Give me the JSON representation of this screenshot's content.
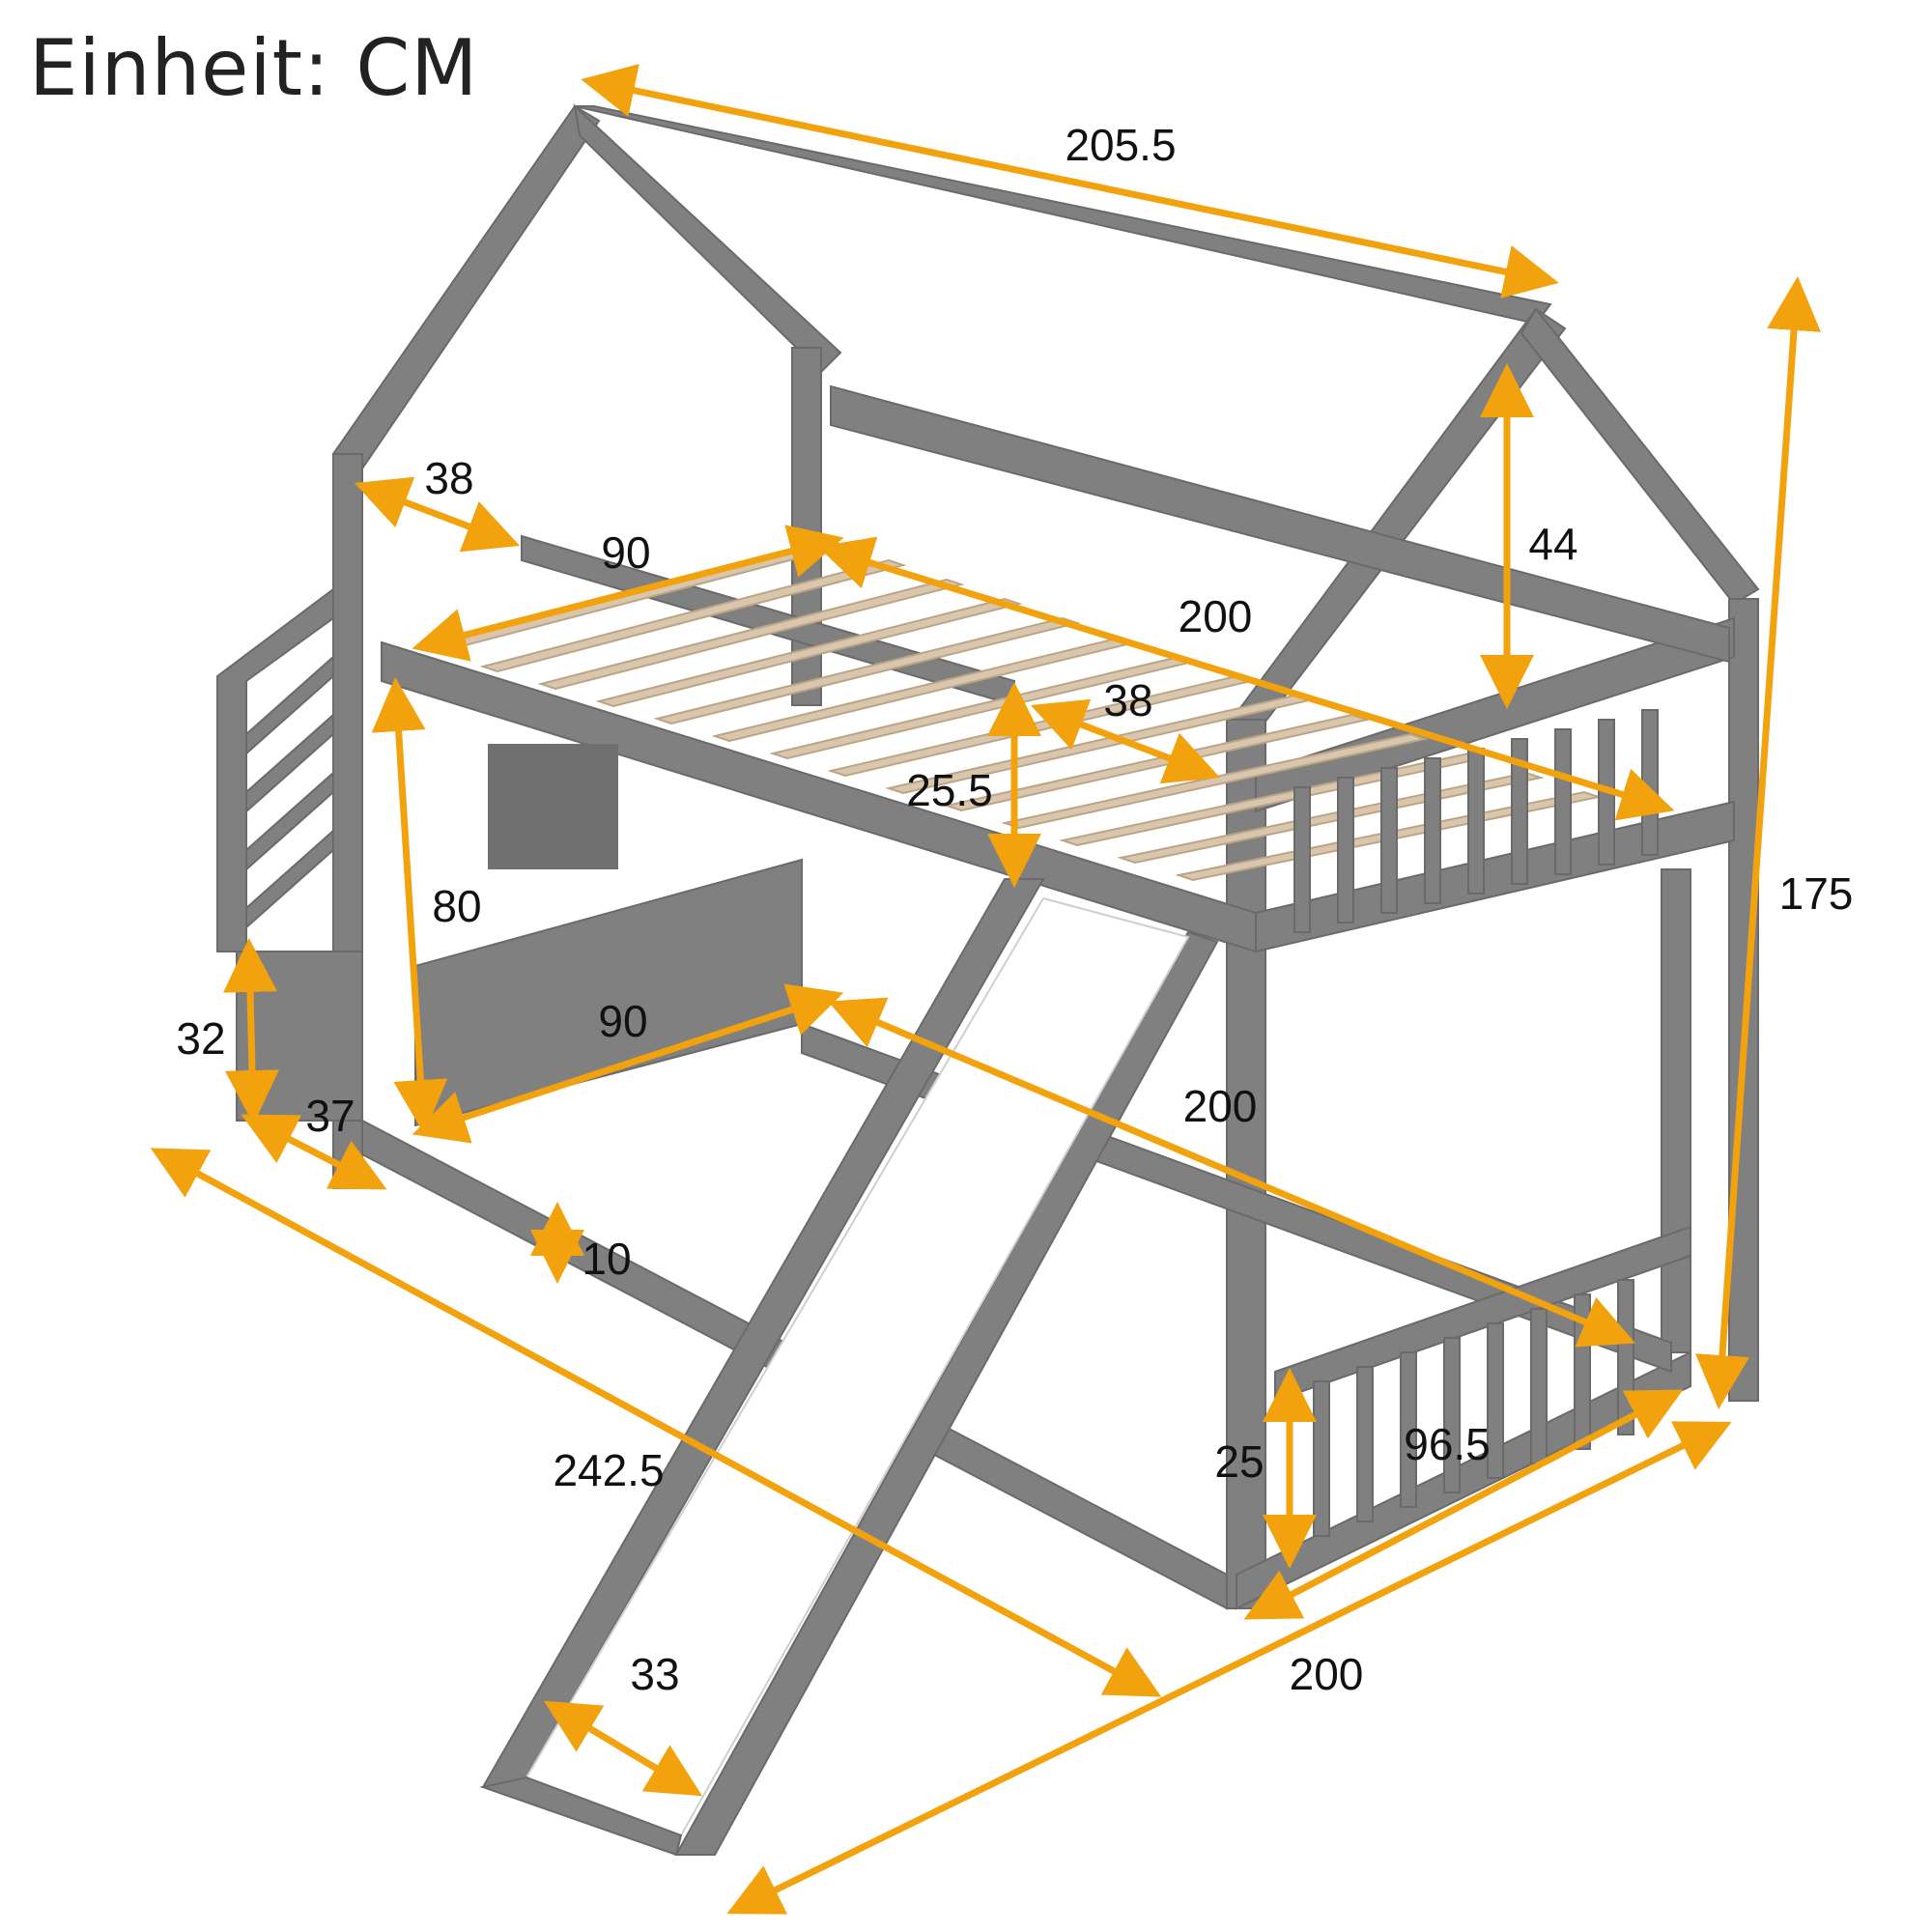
{
  "title": "Einheit: CM",
  "dimensions": {
    "roof_length": "205.5",
    "side_width_top": "38",
    "guard_rail_length": "90",
    "mattress_length_top": "200",
    "roof_height": "44",
    "rail_width_front": "38",
    "guard_height_top": "25.5",
    "stair_height": "80",
    "drawer_height": "32",
    "drawer_depth": "37",
    "storage_length": "90",
    "mattress_length_bottom": "200",
    "total_height": "175",
    "base_height": "10",
    "total_length": "242.5",
    "lower_guard_height": "25",
    "lower_guard_length": "96.5",
    "total_width": "200",
    "slide_width": "33"
  },
  "colors": {
    "frame": "#808080",
    "slats": "#d9c6ad",
    "arrows": "#f2a20c",
    "slide": "#ffffff"
  }
}
